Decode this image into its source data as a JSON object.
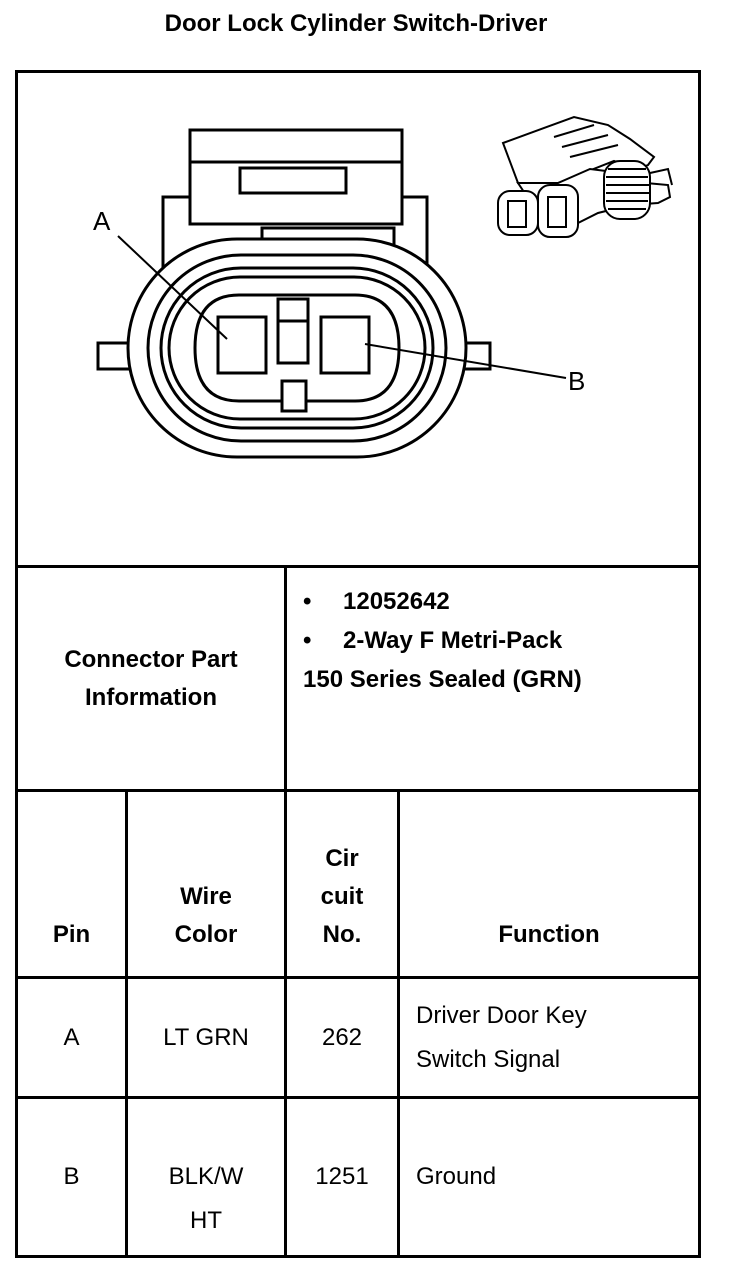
{
  "title": "Door Lock Cylinder Switch-Driver",
  "diagram": {
    "pin_a_label": "A",
    "pin_b_label": "B"
  },
  "connector_info": {
    "label_lines": [
      "Connector Part",
      "Information"
    ],
    "bullets": [
      "12052642",
      "2-Way F Metri-Pack"
    ],
    "continuation": "150 Series Sealed (GRN)"
  },
  "pin_table": {
    "headers": {
      "pin": [
        "Pin"
      ],
      "wire_color": [
        "Wire",
        "Color"
      ],
      "circuit": [
        "Cir",
        "cuit",
        "No."
      ],
      "function": [
        "Function"
      ]
    },
    "rows": [
      {
        "pin": "A",
        "wire_color": [
          "LT GRN"
        ],
        "circuit": "262",
        "function": [
          "Driver Door Key",
          "Switch Signal"
        ]
      },
      {
        "pin": "B",
        "wire_color": [
          "BLK/W",
          "HT"
        ],
        "circuit": "1251",
        "function": [
          "Ground"
        ]
      }
    ]
  }
}
